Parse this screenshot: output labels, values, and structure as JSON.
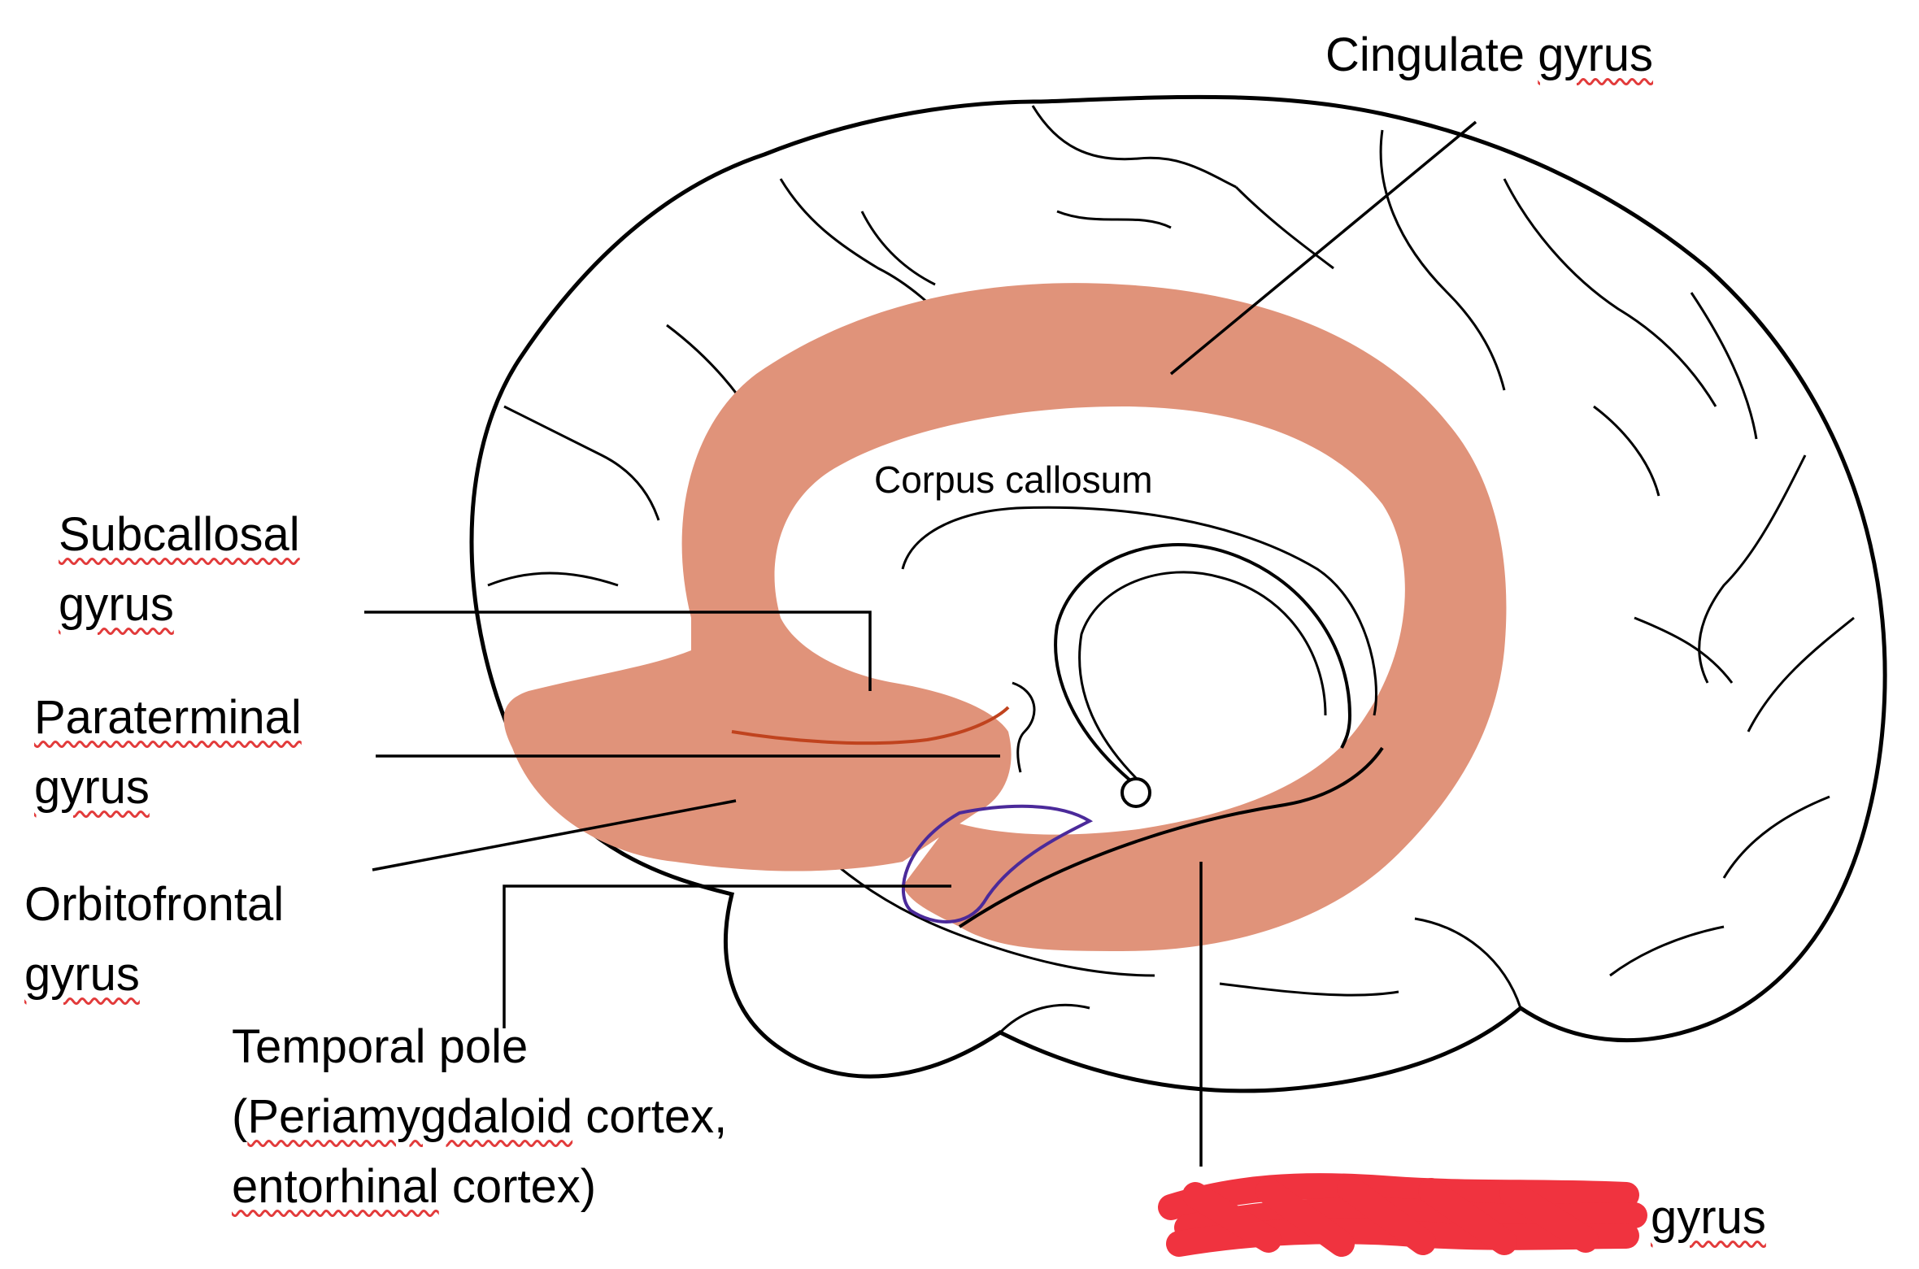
{
  "labels": {
    "cingulate": {
      "word1": "Cingulate",
      "word2": "gyrus"
    },
    "corpus_callosum": "Corpus callosum",
    "subcallosal": {
      "line1": "Subcallosal",
      "line2": "gyrus"
    },
    "paraterminal": {
      "line1": "Paraterminal",
      "line2": "gyrus"
    },
    "orbitofrontal": {
      "line1": "Orbitofrontal",
      "line2": "gyrus"
    },
    "temporal_pole": {
      "line1": "Temporal pole",
      "line2_a": "(",
      "line2_b": "Periamygdaloid",
      "line2_c": " cortex,",
      "line3_a": "entorhinal",
      "line3_b": " cortex)"
    },
    "parahippocampal_visible": "gyrus"
  },
  "colors": {
    "limbic_fill": "#e0937a",
    "outline": "#000000",
    "uncus_outline": "#4b2a9a",
    "spellcheck": "#e23b3b",
    "redaction": "#f0333f"
  }
}
